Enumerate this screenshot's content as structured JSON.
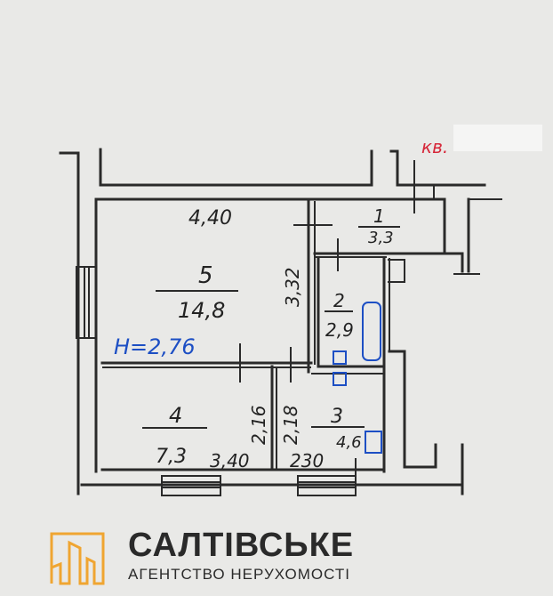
{
  "plan": {
    "apartment_mark": "кв.",
    "ceiling_height": "H=2,76",
    "rooms": [
      {
        "number": "1",
        "area": "3,3"
      },
      {
        "number": "2",
        "area": "2,9"
      },
      {
        "number": "3",
        "area": "4,6"
      },
      {
        "number": "4",
        "area": "7,3"
      },
      {
        "number": "5",
        "area": "14,8"
      }
    ],
    "dimensions": {
      "room5_width": "4,40",
      "room5_depth": "3,32",
      "room4_width": "3,40",
      "room4_depth": "2,16",
      "room3_depth": "2,18",
      "room3_width": "230"
    }
  },
  "brand": {
    "name": "САЛТІВСЬКЕ",
    "tagline": "АГЕНТСТВО НЕРУХОМОСТІ",
    "accent_color": "#f0a531"
  }
}
